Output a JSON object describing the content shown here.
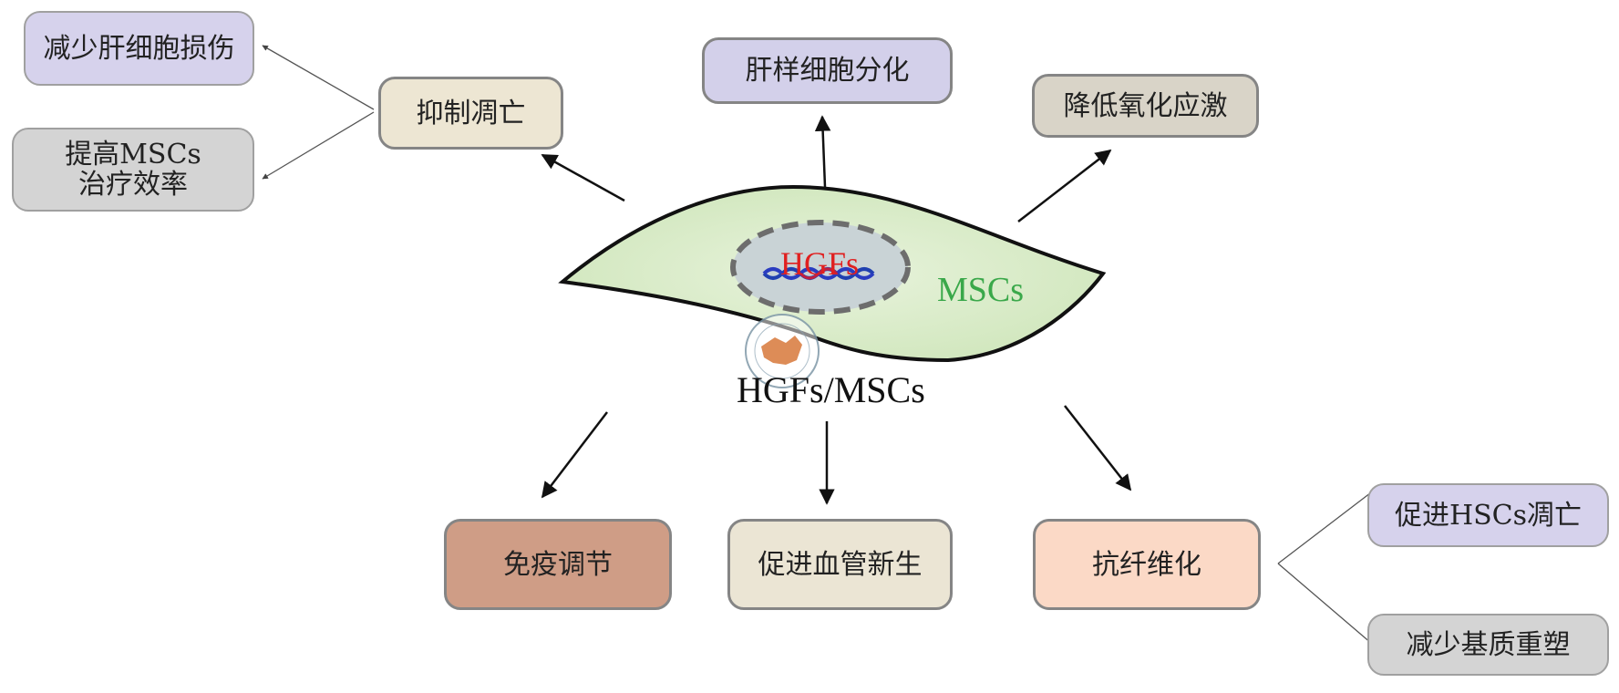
{
  "center": {
    "cell_label": "MSCs",
    "nucleus_label": "HGFs",
    "caption": "HGFs/MSCs"
  },
  "effects": [
    {
      "id": "apoptosis",
      "label": "抑制凋亡",
      "color": "#ede6d3"
    },
    {
      "id": "hepatocyte",
      "label": "肝样细胞分化",
      "color": "#d3d0ea"
    },
    {
      "id": "oxidative",
      "label": "降低氧化应激",
      "color": "#d9d4c8"
    },
    {
      "id": "immune",
      "label": "免疫调节",
      "color": "#cf9d86"
    },
    {
      "id": "angiogenesis",
      "label": "促进血管新生",
      "color": "#ebe5d4"
    },
    {
      "id": "antifibrosis",
      "label": "抗纤维化",
      "color": "#fbd9c6"
    }
  ],
  "sub_effects": {
    "apoptosis": [
      {
        "label": "减少肝细胞损伤",
        "color": "#d6d2ec"
      },
      {
        "label": "提高MSCs\n治疗效率",
        "color": "#d4d4d4"
      }
    ],
    "antifibrosis": [
      {
        "label": "促进HSCs凋亡",
        "color": "#d6d2ec"
      },
      {
        "label": "减少基质重塑",
        "color": "#d4d4d4"
      }
    ]
  },
  "colors": {
    "cell_fill": "#d9ecc8",
    "nucleus_fill": "#c8d3d6",
    "hgfs_text": "#e02020",
    "mscs_text": "#3aa84a",
    "dna_blue": "#2040b0",
    "dna_red": "#c02040"
  }
}
